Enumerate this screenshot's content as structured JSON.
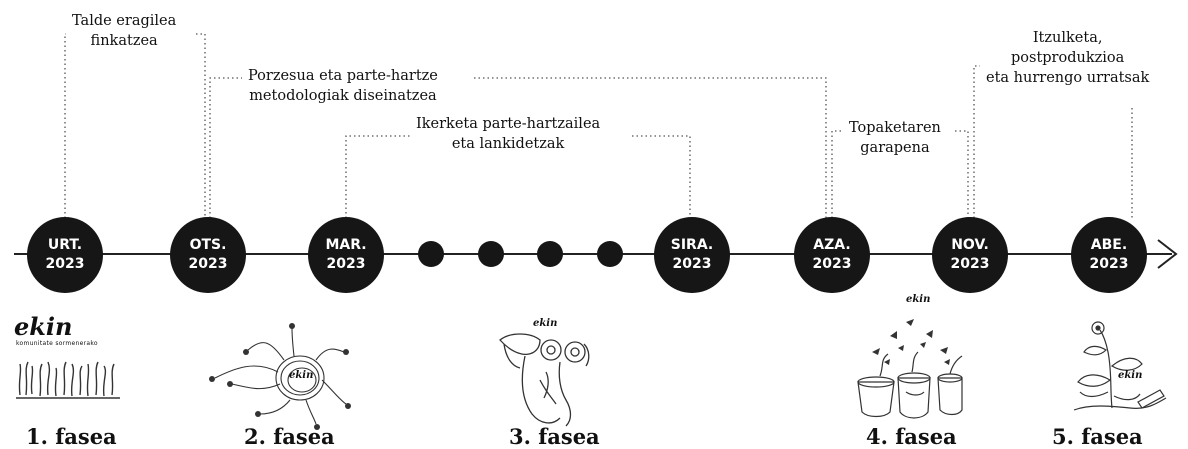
{
  "milestones": [
    {
      "month": "URT.",
      "year": "2023"
    },
    {
      "month": "OTS.",
      "year": "2023"
    },
    {
      "month": "MAR.",
      "year": "2023"
    },
    {
      "month": "SIRA.",
      "year": "2023"
    },
    {
      "month": "AZA.",
      "year": "2023"
    },
    {
      "month": "NOV.",
      "year": "2023"
    },
    {
      "month": "ABE.",
      "year": "2023"
    }
  ],
  "activities": [
    {
      "lines": [
        "Talde eragilea",
        "finkatzea"
      ]
    },
    {
      "lines": [
        "Porzesua eta parte-hartze",
        "metodologiak diseinatzea"
      ]
    },
    {
      "lines": [
        "Ikerketa parte-hartzailea",
        "eta lankidetzak"
      ]
    },
    {
      "lines": [
        "Topaketaren",
        "garapena"
      ]
    },
    {
      "lines": [
        "Itzulketa,",
        "postprodukzioa",
        "eta hurrengo urratsak"
      ]
    }
  ],
  "phases": [
    {
      "label": "1. fasea"
    },
    {
      "label": "2. fasea"
    },
    {
      "label": "3. fasea"
    },
    {
      "label": "4. fasea"
    },
    {
      "label": "5. fasea"
    }
  ],
  "logo": {
    "text": "ekin",
    "subtitle": "komunitate sormenerako"
  },
  "colors": {
    "node_fill": "#161616",
    "node_text": "#ffffff",
    "line": "#222222",
    "leader": "#555555"
  },
  "icons": [
    "arrow-right-icon",
    "hands-illustration",
    "network-illustration",
    "face-illustration",
    "flowerpots-illustration",
    "plant-illustration"
  ]
}
